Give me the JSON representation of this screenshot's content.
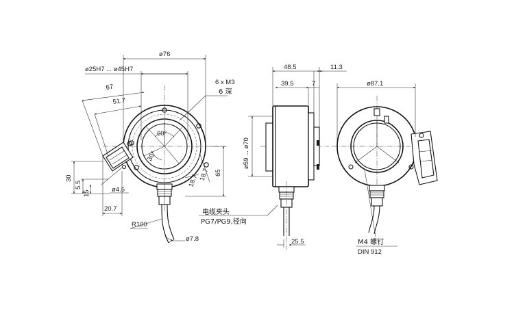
{
  "figure": {
    "front_view": {
      "dim_outer_diameter": "ø76",
      "dim_bore_range": "ø25H7 ... ø45H7",
      "dim_67": "67",
      "dim_51_7": "51.7",
      "dim_30": "30",
      "dim_5_5": "5.5",
      "dim_15": "15",
      "dim_4_5": "ø4.5",
      "dim_20_7": "20.7",
      "dim_r100": "R100",
      "dim_7_8": "ø7.8",
      "dim_65": "65",
      "dim_18_7a": "18.7",
      "dim_18_7b": "18.7",
      "thread_label": "6 x M3",
      "thread_depth": "6 深",
      "inner_angle_a": "60°",
      "inner_angle_b": "30°"
    },
    "side_view": {
      "dim_48_5": "48.5",
      "dim_39_5": "39.5",
      "dim_7": "7",
      "dim_11_3": "11.3",
      "dim_59_70": "ø59 ... ø70",
      "dim_25_5": "25.5",
      "cable_gland_label_1": "电缆夹头",
      "cable_gland_label_2": "PG7/PG9,径向"
    },
    "rear_view": {
      "dim_87_1": "ø87.1",
      "screw_label_1": "M4 螺钉",
      "screw_label_2": "DIN 912"
    }
  }
}
